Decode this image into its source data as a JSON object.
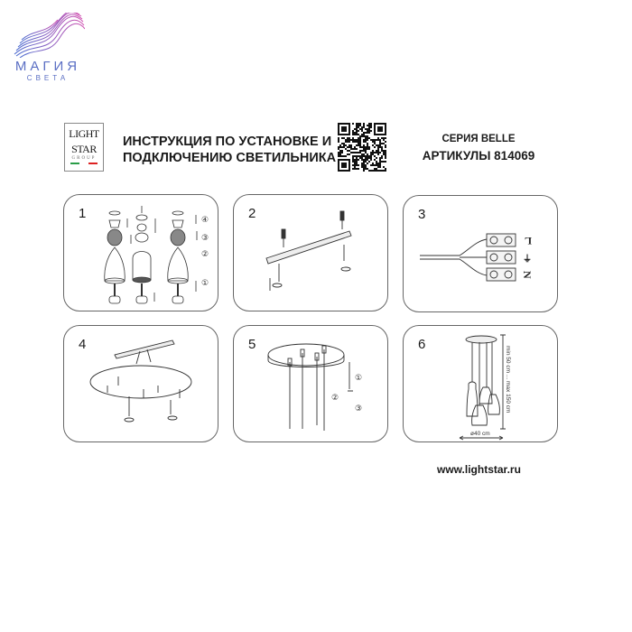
{
  "brand": {
    "name": "МАГИЯ",
    "subtitle": "СВЕТА",
    "colors": {
      "primary": "#5b6fc4",
      "accent": "#c04fb0"
    }
  },
  "manufacturer_logo": {
    "line1": "LIGHT",
    "line2": "STAR",
    "line3": "GROUP"
  },
  "header": {
    "title_line1": "ИНСТРУКЦИЯ ПО УСТАНОВКЕ И",
    "title_line2": "ПОДКЛЮЧЕНИЮ СВЕТИЛЬНИКА",
    "series": "СЕРИЯ BELLE",
    "articles": "АРТИКУЛЫ 814069"
  },
  "steps": [
    {
      "number": "1",
      "markers": [
        "④",
        "③",
        "②",
        "①"
      ]
    },
    {
      "number": "2"
    },
    {
      "number": "3",
      "terminals": [
        "L",
        "⏚",
        "N"
      ]
    },
    {
      "number": "4"
    },
    {
      "number": "5",
      "markers": [
        "①",
        "②",
        "③"
      ]
    },
    {
      "number": "6",
      "height_label": "min 50 cm ... max 150 cm",
      "diameter_label": "ø40 cm"
    }
  ],
  "footer": {
    "website": "www.lightstar.ru"
  }
}
